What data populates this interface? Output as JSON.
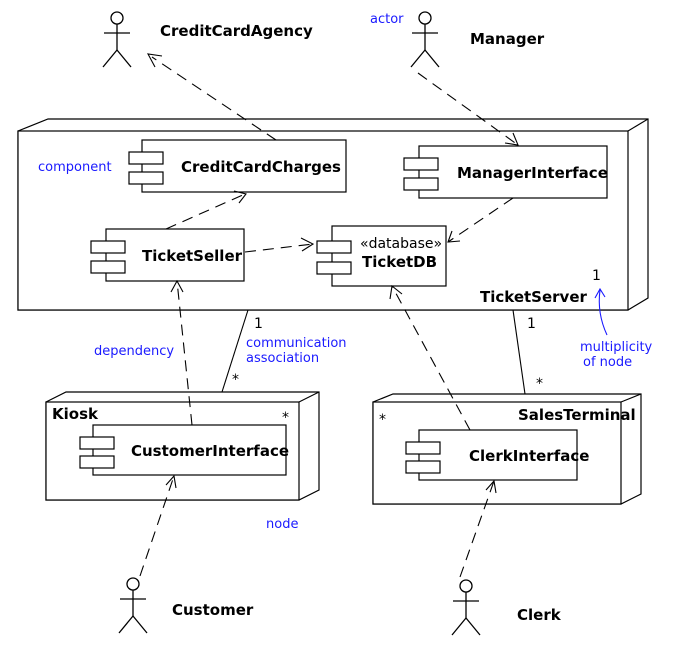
{
  "actors": {
    "credit_card_agency": "CreditCardAgency",
    "manager": "Manager",
    "customer": "Customer",
    "clerk": "Clerk"
  },
  "nodes": {
    "ticket_server": "TicketServer",
    "kiosk": "Kiosk",
    "sales_terminal": "SalesTerminal"
  },
  "components": {
    "credit_card_charges": "CreditCardCharges",
    "manager_interface": "ManagerInterface",
    "ticket_seller": "TicketSeller",
    "ticket_db_stereotype": "«database»",
    "ticket_db": "TicketDB",
    "customer_interface": "CustomerInterface",
    "clerk_interface": "ClerkInterface"
  },
  "annotations": {
    "actor": "actor",
    "component": "component",
    "dependency": "dependency",
    "communication_association_line1": "communication",
    "communication_association_line2": "association",
    "multiplicity_of_node_line1": "multiplicity",
    "multiplicity_of_node_line2": "of node",
    "node": "node"
  },
  "multiplicities": {
    "server_node": "1",
    "server_kiosk_end": "1",
    "server_terminal_end": "1",
    "kiosk_end": "*",
    "terminal_end": "*",
    "kiosk_node": "*",
    "terminal_node": "*"
  }
}
